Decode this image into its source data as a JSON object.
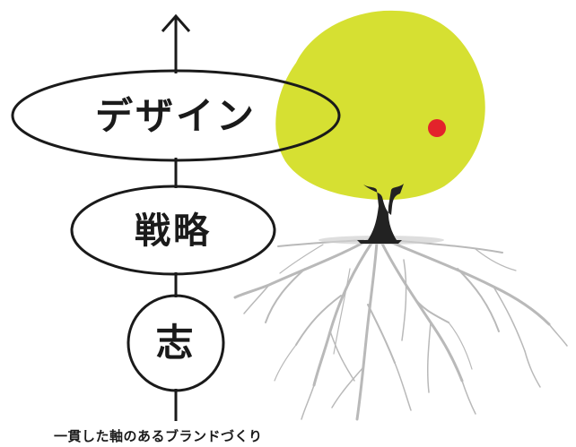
{
  "levels": {
    "design": "デザイン",
    "strategy": "戦略",
    "aspiration": "志"
  },
  "caption": "一貫した軸のあるブランドづくり",
  "colors": {
    "canopy": "#d6e032",
    "fruit": "#e3232b",
    "roots": "#b9b9b9",
    "trunk": "#222222",
    "outline": "#1a1a1a"
  }
}
